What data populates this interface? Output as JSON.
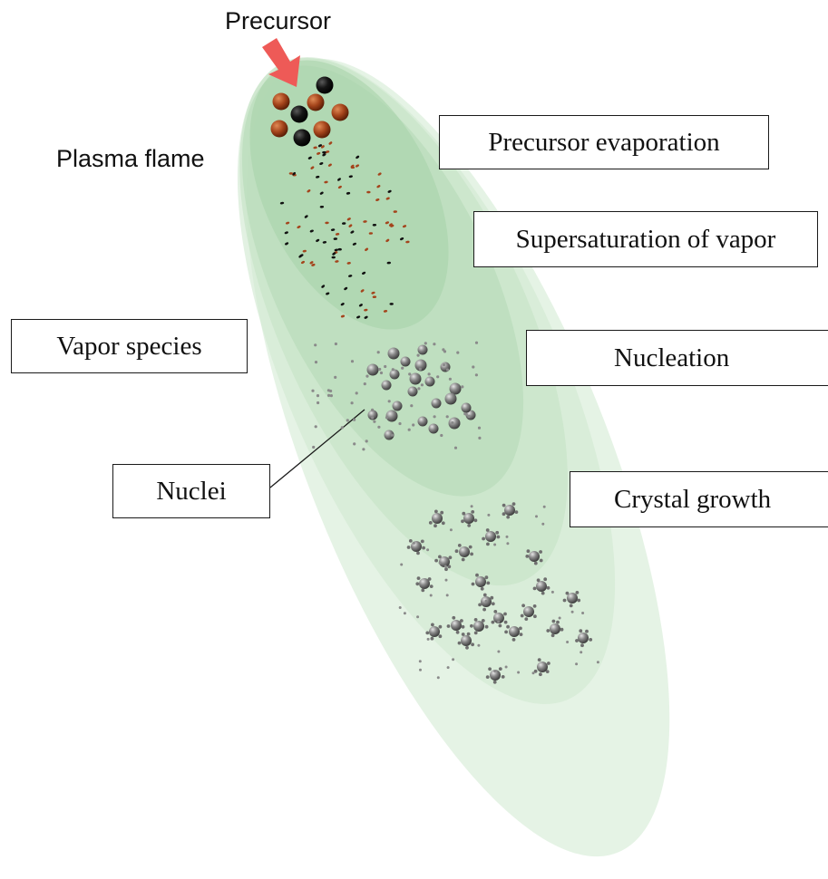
{
  "labels": {
    "precursor": "Precursor",
    "plasma_flame": "Plasma flame",
    "precursor_evaporation": "Precursor evaporation",
    "supersaturation": "Supersaturation of vapor",
    "vapor_species": "Vapor species",
    "nucleation": "Nucleation",
    "nuclei": "Nuclei",
    "crystal_growth": "Crystal growth"
  },
  "colors": {
    "flame_outer": "#d9ecd9",
    "flame_mid": "#bfe0c0",
    "flame_core": "#a8d4aa",
    "arrow": "#ee5a57",
    "precursor_brown": "#9b3a14",
    "precursor_black": "#111111",
    "particle_grey": "#808080"
  }
}
